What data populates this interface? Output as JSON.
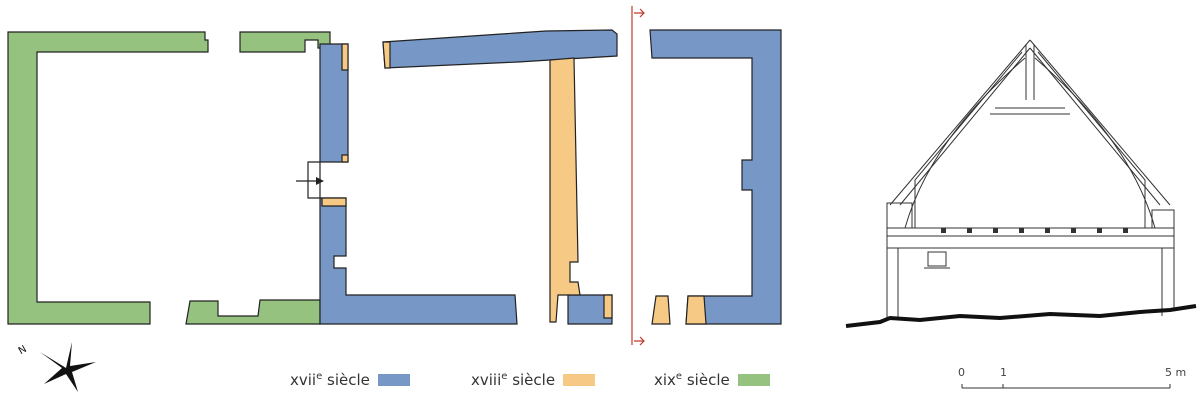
{
  "legend": [
    {
      "label": "xviie siècle",
      "roman": "xvii",
      "sup": "e",
      "word": "siècle",
      "color": "#7797c6"
    },
    {
      "label": "xviiie siècle",
      "roman": "xviii",
      "sup": "e",
      "word": "siècle",
      "color": "#f6c985"
    },
    {
      "label": "xixe siècle",
      "roman": "xix",
      "sup": "e",
      "word": "siècle",
      "color": "#96c27f"
    }
  ],
  "scale": {
    "ticks": [
      "0",
      "1",
      "5 m"
    ]
  },
  "colors": {
    "section_line": "#c0392b",
    "stroke": "#222222"
  }
}
